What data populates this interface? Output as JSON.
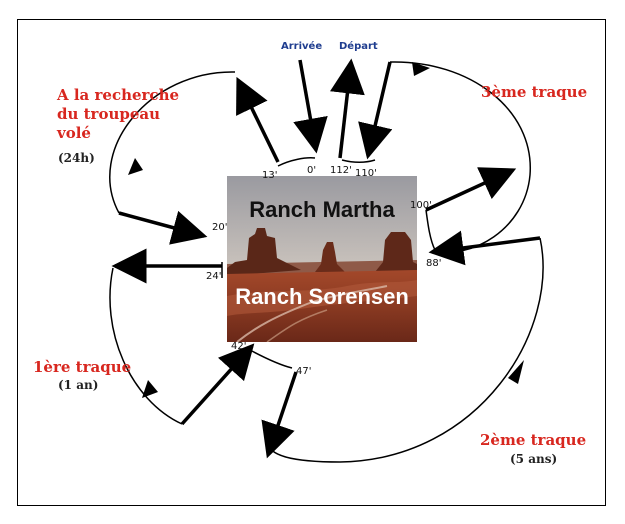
{
  "top_labels": {
    "arrival": "Arrivée",
    "departure": "Départ"
  },
  "center": {
    "top_name": "Ranch Martha",
    "bottom_name": "Ranch Sorensen"
  },
  "sections": {
    "search": {
      "title_lines": [
        "A la recherche",
        "du troupeau",
        "volé"
      ],
      "duration": "(24h)"
    },
    "track3": {
      "title": "3ème traque"
    },
    "track1": {
      "title": "1ère traque",
      "duration": "(1 an)"
    },
    "track2": {
      "title": "2ème traque",
      "duration": "(5 ans)"
    }
  },
  "ticks": [
    "0'",
    "13'",
    "112'",
    "110'",
    "100'",
    "88'",
    "20'",
    "24'",
    "42'",
    "47'"
  ],
  "colors": {
    "title_red": "#d8271f",
    "blue_label": "#1f3d8f",
    "ink": "#000000"
  }
}
